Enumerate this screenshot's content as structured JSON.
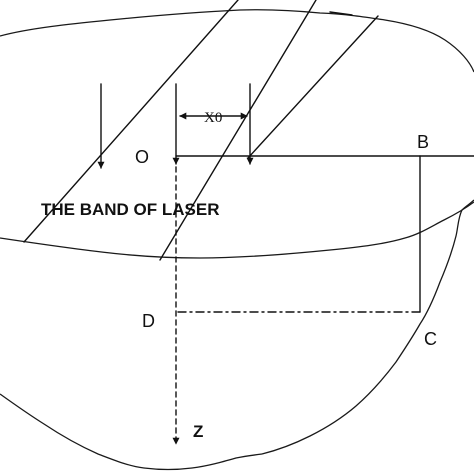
{
  "labels": {
    "origin": "O",
    "point_b": "B",
    "point_c": "C",
    "point_d": "D",
    "axis_z": "Z",
    "x0": "X0",
    "band": "THE BAND OF LASER"
  },
  "colors": {
    "stroke": "#111111",
    "background": "#ffffff"
  }
}
